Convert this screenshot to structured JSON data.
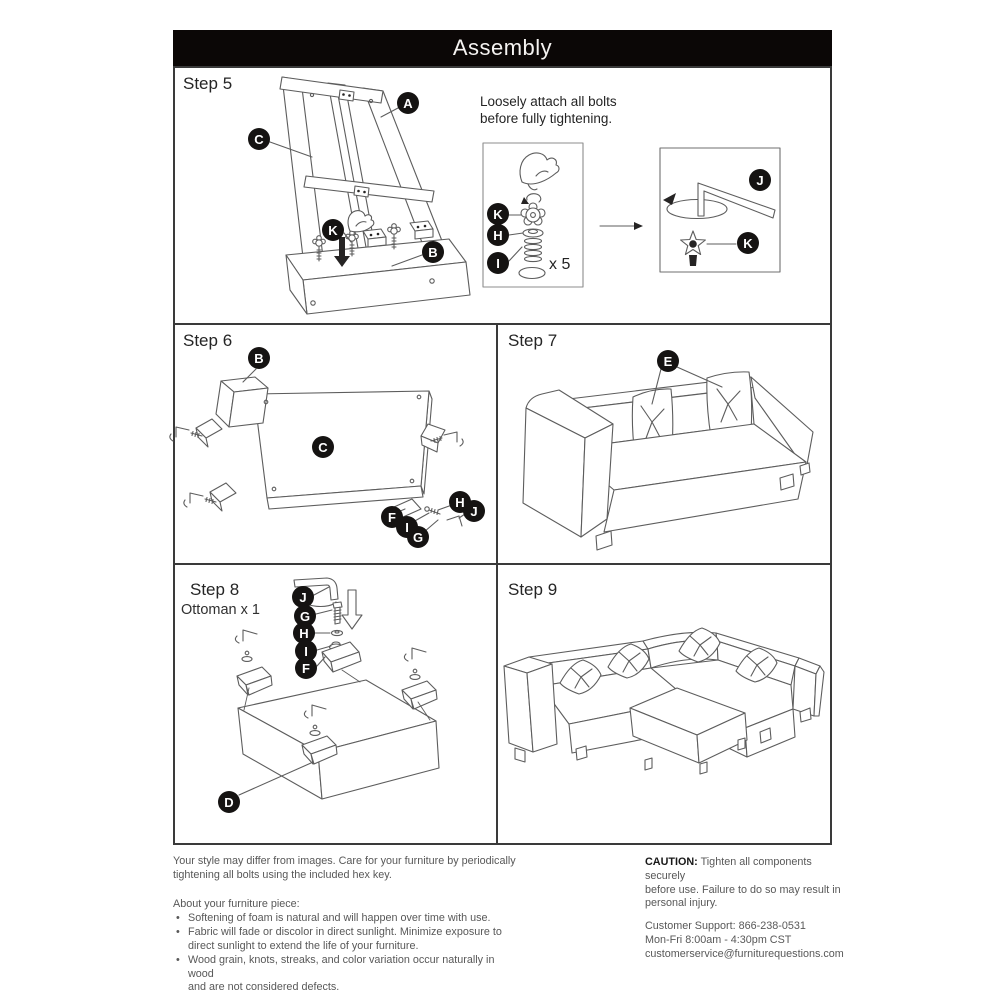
{
  "header": {
    "title": "Assembly"
  },
  "steps": {
    "step5": {
      "label": "Step 5",
      "note": "Loosely attach all bolts\nbefore fully tightening.",
      "qty": "x 5",
      "callouts": {
        "a": "A",
        "c": "C",
        "k": "K",
        "b": "B",
        "hardware_k": "K",
        "hardware_h": "H",
        "hardware_i": "I",
        "tool_j": "J",
        "tool_k": "K"
      }
    },
    "step6": {
      "label": "Step 6",
      "callouts": {
        "b": "B",
        "c": "C",
        "h": "H",
        "j": "J",
        "f": "F",
        "i": "I",
        "g": "G"
      }
    },
    "step7": {
      "label": "Step 7",
      "callouts": {
        "e": "E"
      }
    },
    "step8": {
      "label": "Step 8",
      "sublabel": "Ottoman x 1",
      "callouts": {
        "j": "J",
        "g": "G",
        "h": "H",
        "i": "I",
        "f": "F",
        "d": "D"
      }
    },
    "step9": {
      "label": "Step 9"
    }
  },
  "footer": {
    "care_note": "Your style may differ from images. Care for your furniture by periodically\ntightening all bolts using the included hex key.",
    "about_heading": "About your furniture piece:",
    "bullets": [
      "Softening of foam is natural and will happen over time with use.",
      "Fabric will fade or discolor in direct sunlight. Minimize exposure to\ndirect sunlight to extend the life of your furniture.",
      "Wood grain, knots, streaks, and color variation occur naturally in wood\nand are not considered defects."
    ],
    "caution_label": "CAUTION:",
    "caution_text": "Tighten all components securely\nbefore use. Failure to do so may result in\npersonal injury.",
    "support_lines": "Customer Support: 866-238-0531\nMon-Fri 8:00am - 4:30pm CST\ncustomerservice@furniturequestions.com"
  },
  "colors": {
    "ink": "#5d5d5d",
    "badge": "#151312",
    "header_bg": "#0b0706"
  }
}
